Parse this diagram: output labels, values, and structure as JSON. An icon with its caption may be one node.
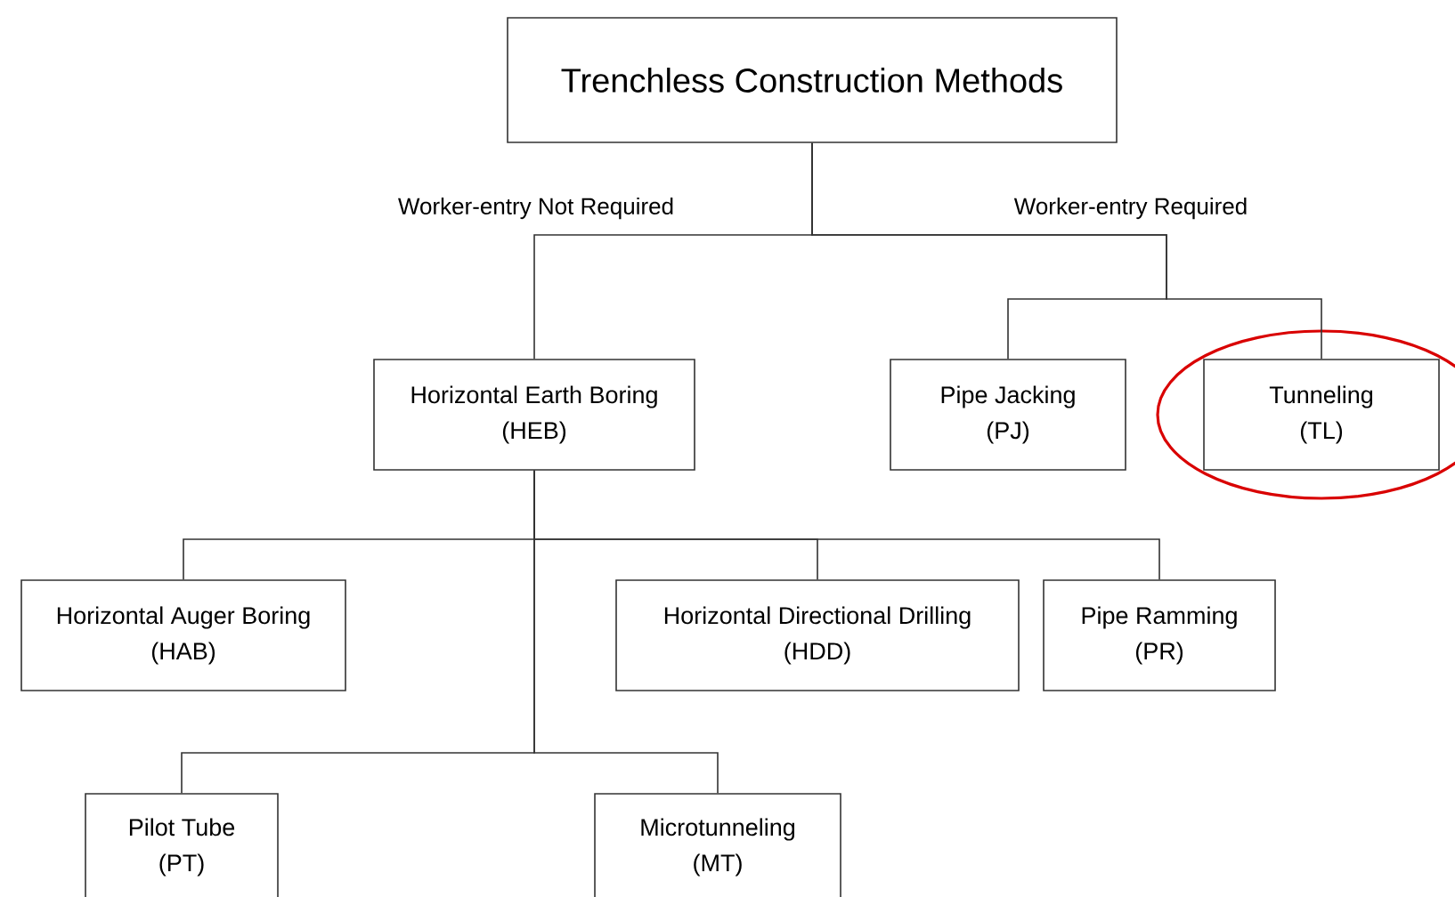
{
  "diagram": {
    "nodes": [
      {
        "text": [
          "Trenchless Construction Methods"
        ]
      },
      {
        "text": [
          "Horizontal Earth Boring",
          "(HEB)"
        ]
      },
      {
        "text": [
          "Pipe Jacking",
          "(PJ)"
        ]
      },
      {
        "text": [
          "Tunneling",
          "(TL)"
        ]
      },
      {
        "text": [
          "Horizontal Auger Boring",
          "(HAB)"
        ]
      },
      {
        "text": [
          "Horizontal Directional Drilling",
          "(HDD)"
        ]
      },
      {
        "text": [
          "Pipe Ramming",
          "(PR)"
        ]
      },
      {
        "text": [
          "Pilot Tube",
          "(PT)"
        ]
      },
      {
        "text": [
          "Microtunneling",
          "(MT)"
        ]
      }
    ],
    "edges": [
      {
        "from": 0,
        "to": 1,
        "arrow": "none",
        "label": "Worker-entry  Not Required"
      },
      {
        "from": 0,
        "to": 2,
        "arrow": "none",
        "label": "Worker-entry  Required"
      },
      {
        "from": 0,
        "to": 3,
        "arrow": "none"
      },
      {
        "from": 1,
        "to": 4,
        "arrow": "none"
      },
      {
        "from": 1,
        "to": 5,
        "arrow": "none"
      },
      {
        "from": 1,
        "to": 6,
        "arrow": "none"
      },
      {
        "from": 1,
        "to": 7,
        "arrow": "none"
      },
      {
        "from": 1,
        "to": 8,
        "arrow": "none"
      }
    ]
  }
}
